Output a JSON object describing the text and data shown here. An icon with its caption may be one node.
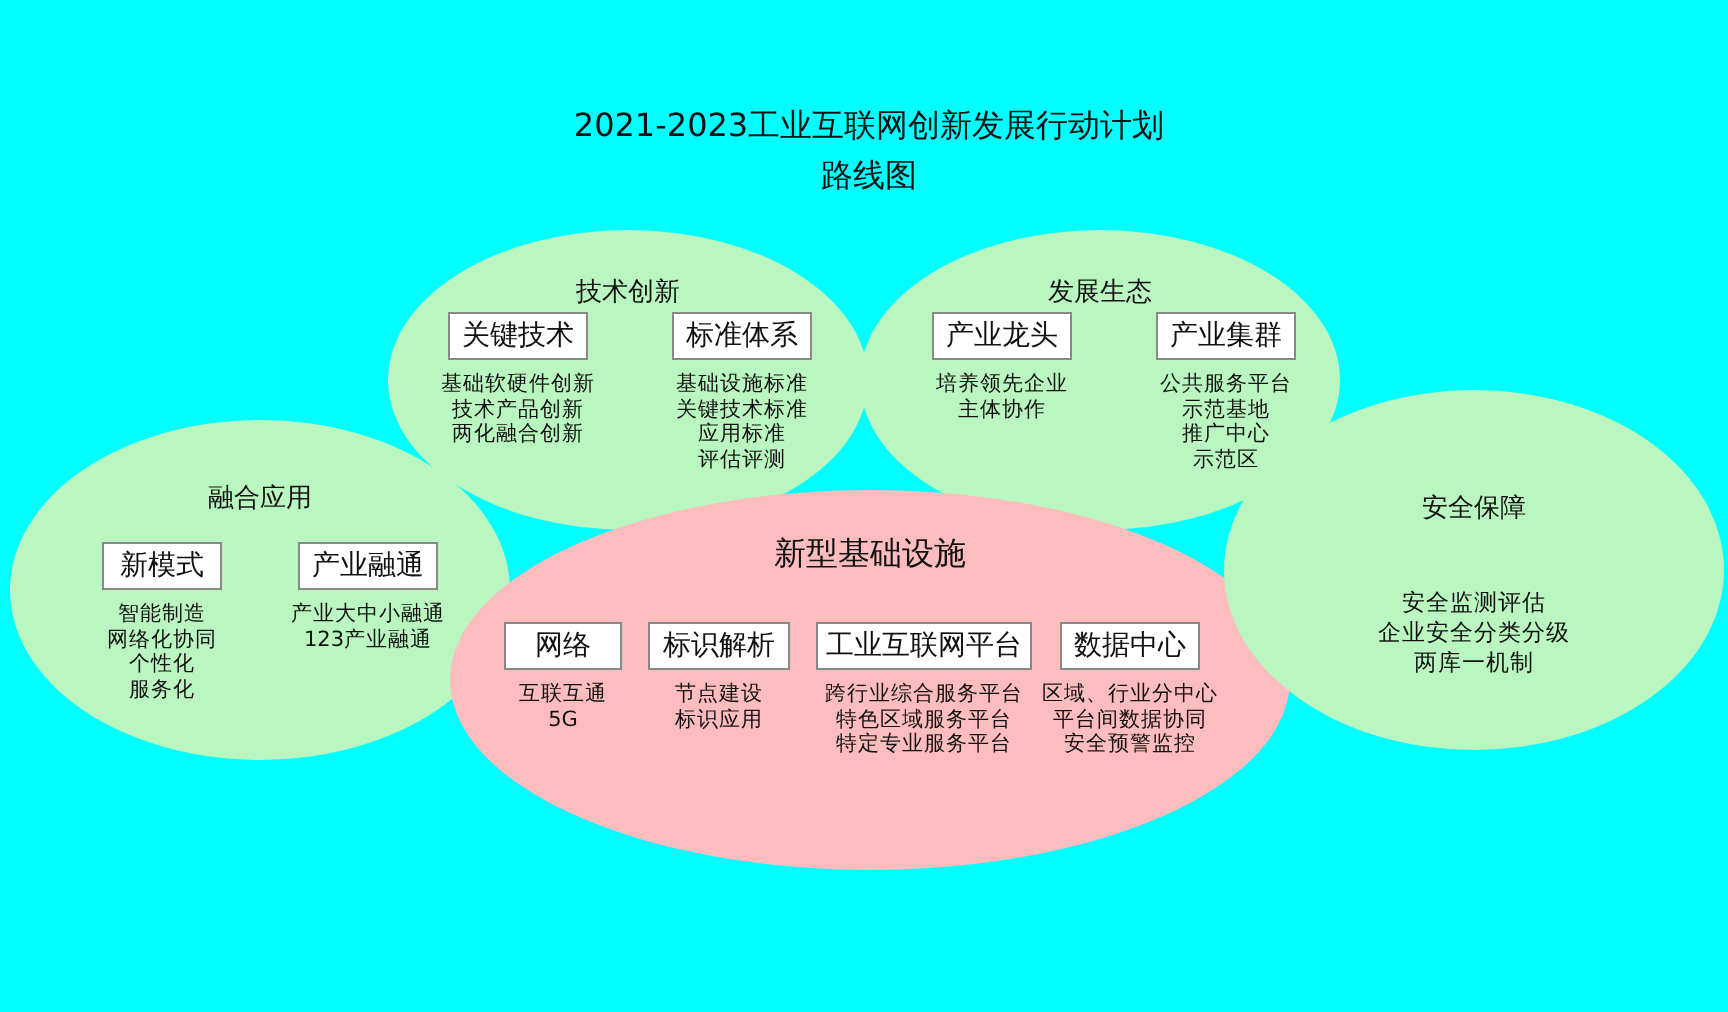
{
  "diagram": {
    "title": "2021-2023工业互联网创新发展行动计划路线图",
    "nodes": [
      {
        "text": [
          "技术创新"
        ]
      },
      {
        "text": [
          "关键技术"
        ],
        "in": 0,
        "beside": [
          "基础软硬件创新",
          "技术产品创新",
          "两化融合创新"
        ]
      },
      {
        "text": [
          "标准体系"
        ],
        "in": 0,
        "beside": [
          "基础设施标准",
          "关键技术标准",
          "应用标准",
          "评估评测"
        ]
      },
      {
        "text": [
          "发展生态"
        ]
      },
      {
        "text": [
          "产业龙头"
        ],
        "in": 3,
        "beside": [
          "培养领先企业",
          "主体协作"
        ]
      },
      {
        "text": [
          "产业集群"
        ],
        "in": 3,
        "beside": [
          "公共服务平台",
          "示范基地",
          "推广中心",
          "示范区"
        ]
      },
      {
        "text": [
          "融合应用"
        ]
      },
      {
        "text": [
          "新模式"
        ],
        "in": 6,
        "beside": [
          "智能制造",
          "网络化协同",
          "个性化",
          "服务化"
        ]
      },
      {
        "text": [
          "产业融通"
        ],
        "in": 6,
        "beside": [
          "产业大中小融通",
          "123产业融通"
        ]
      },
      {
        "text": [
          "新型基础设施"
        ]
      },
      {
        "text": [
          "网络"
        ],
        "in": 9,
        "beside": [
          "互联互通",
          "5G"
        ]
      },
      {
        "text": [
          "标识解析"
        ],
        "in": 9,
        "beside": [
          "节点建设",
          "标识应用"
        ]
      },
      {
        "text": [
          "工业互联网平台"
        ],
        "in": 9,
        "beside": [
          "跨行业综合服务平台",
          "特色区域服务平台",
          "特定专业服务平台"
        ]
      },
      {
        "text": [
          "数据中心"
        ],
        "in": 9,
        "beside": [
          "区域、行业分中心",
          "平台间数据协同",
          "安全预警监控"
        ]
      },
      {
        "text": [
          "安全保障",
          "安全监测评估",
          "企业安全分类分级",
          "两库一机制"
        ]
      }
    ]
  }
}
